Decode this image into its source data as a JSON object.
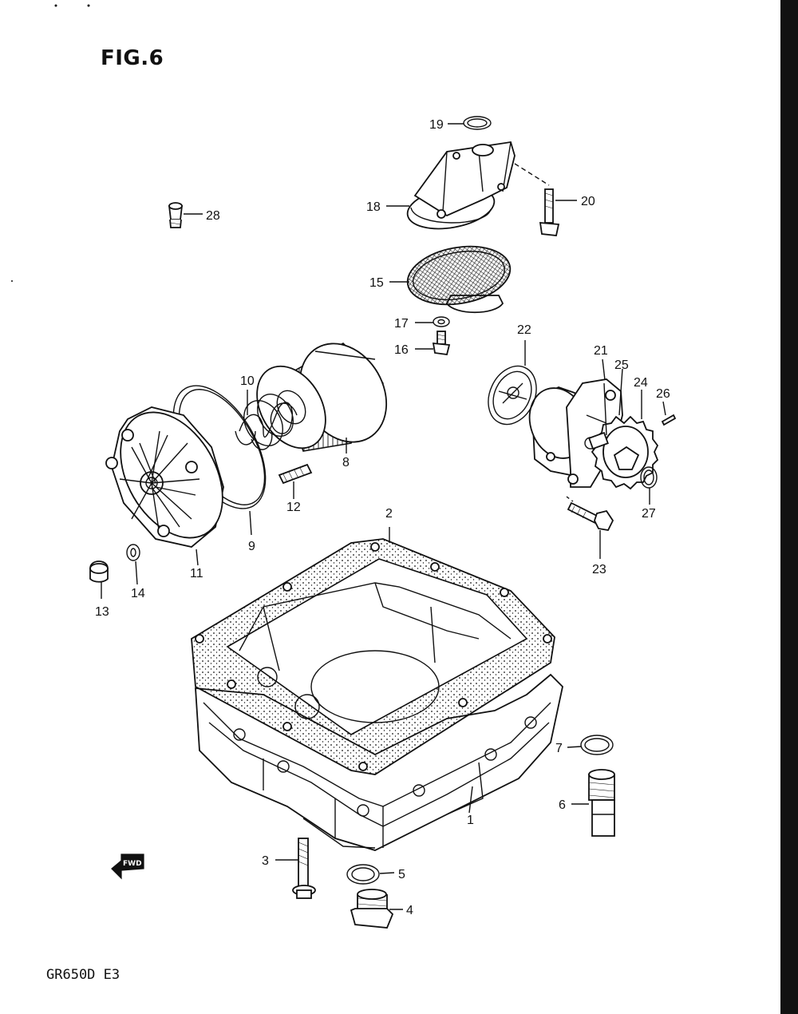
{
  "figure": {
    "title": "FIG.6",
    "model_code": "GR650D E3"
  },
  "fwd_label": "FWD",
  "callouts": [
    "1",
    "2",
    "3",
    "4",
    "5",
    "6",
    "7",
    "8",
    "9",
    "10",
    "11",
    "12",
    "13",
    "14",
    "15",
    "16",
    "17",
    "18",
    "19",
    "20",
    "21",
    "22",
    "23",
    "24",
    "25",
    "26",
    "27",
    "28"
  ]
}
